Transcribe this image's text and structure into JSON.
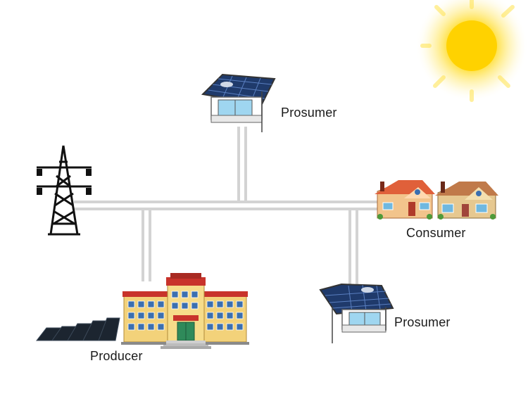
{
  "diagram": {
    "nodes": [
      {
        "id": "prosumer-top",
        "label": "Prosumer",
        "icon": "solar-roof-house-icon"
      },
      {
        "id": "consumer",
        "label": "Consumer",
        "icon": "houses-icon"
      },
      {
        "id": "producer",
        "label": "Producer",
        "icon": "building-solar-farm-icon"
      },
      {
        "id": "prosumer-bottom",
        "label": "Prosumer",
        "icon": "solar-roof-house-icon"
      },
      {
        "id": "grid",
        "label": "",
        "icon": "transmission-tower-icon"
      }
    ],
    "decorations": [
      {
        "id": "sun",
        "icon": "sun-icon"
      }
    ],
    "colors": {
      "line": "#d3d3d3",
      "panel": "#1f3a6b",
      "sun": "#ffd400",
      "brick": "#c8332b",
      "wall": "#f3d27a",
      "window": "#3b6fb0"
    }
  }
}
